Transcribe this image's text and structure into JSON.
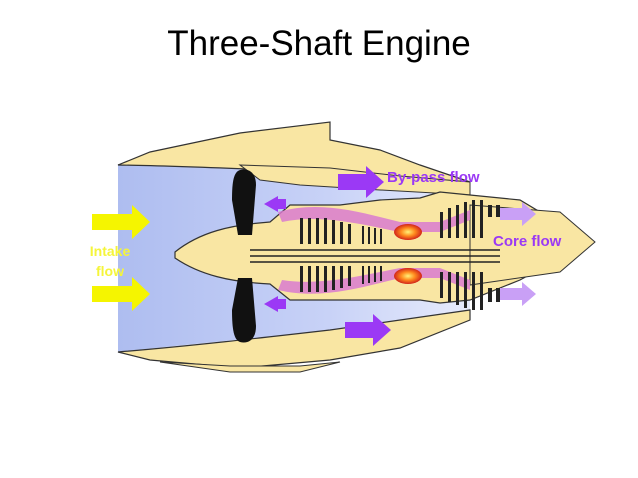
{
  "title": "Three-Shaft Engine",
  "labels": {
    "bypass": "By-pass flow",
    "core": "Core flow",
    "intake_line1": "Intake",
    "intake_line2": "flow"
  },
  "colors": {
    "casing": "#f9e6a3",
    "casing_stroke": "#333333",
    "bypass_duct": "#b9c7f3",
    "bypass_text": "#9b39f5",
    "core_text": "#9b39f5",
    "intake_text": "#f5f53a",
    "intake_arrow": "#f5f500",
    "purple_arrow": "#9b39f5",
    "core_pink": "#d97ad0"
  }
}
